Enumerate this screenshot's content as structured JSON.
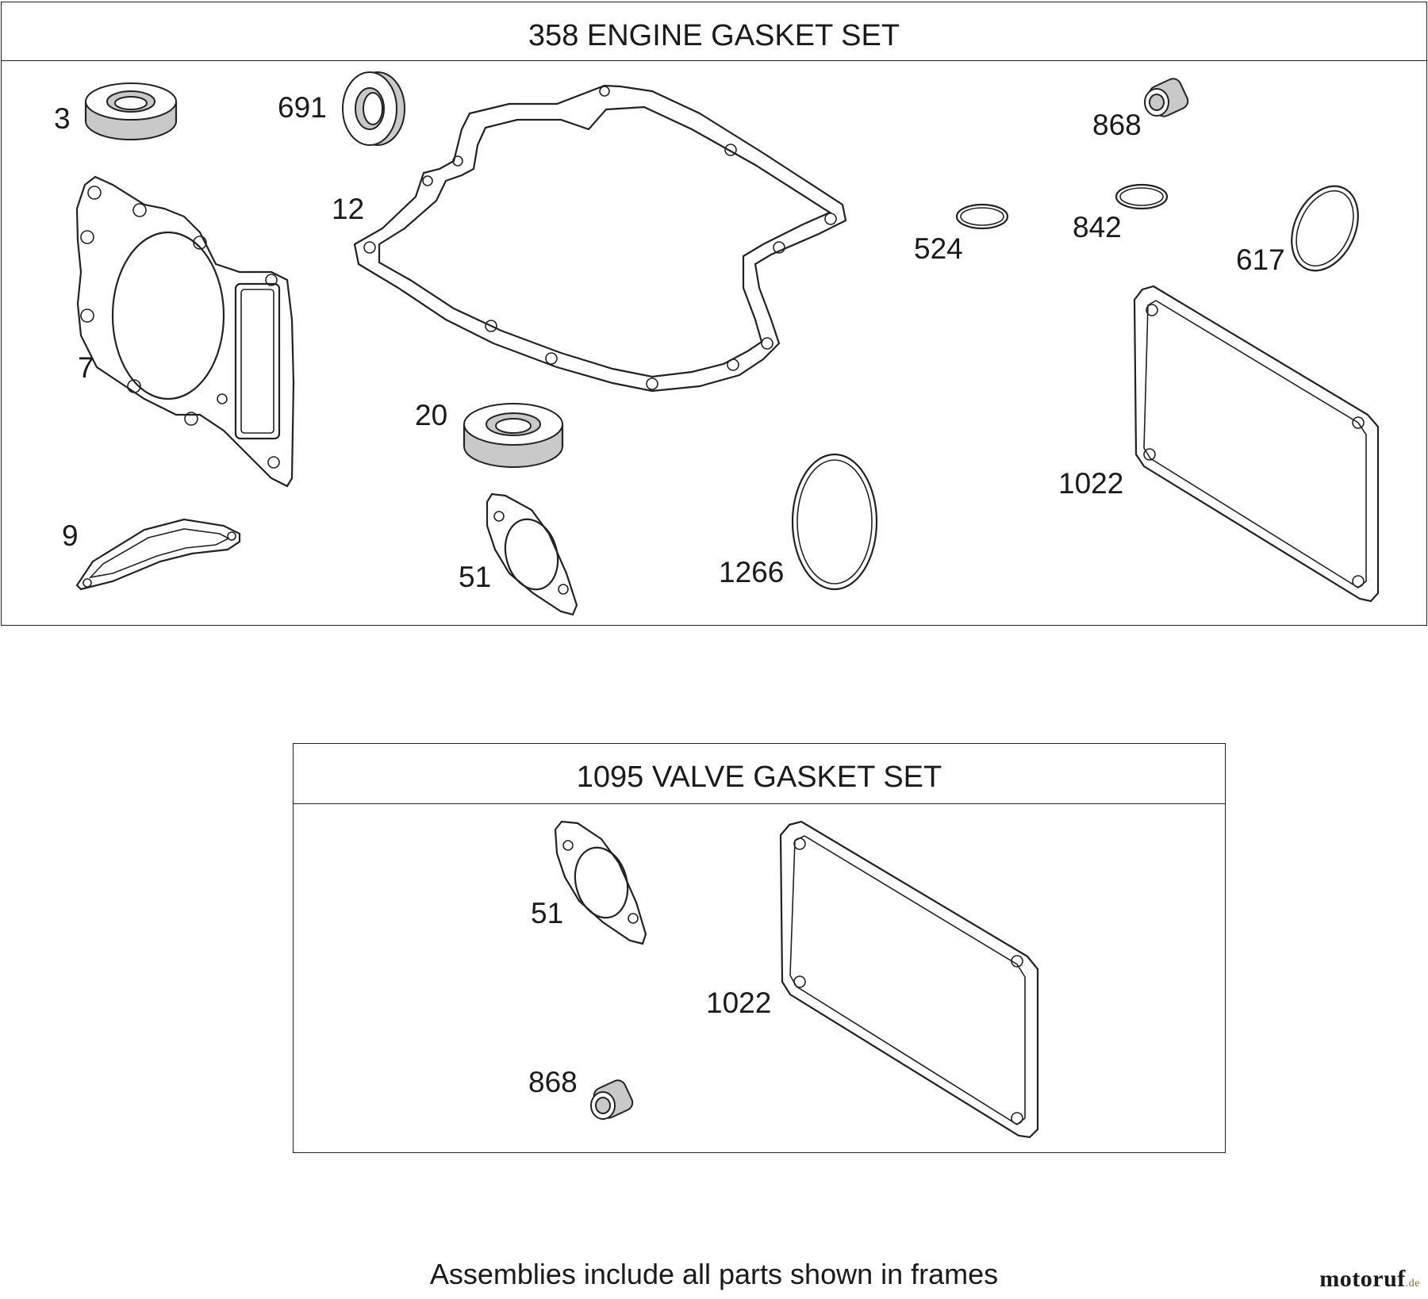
{
  "engine_set": {
    "title": "358 ENGINE GASKET SET",
    "labels": {
      "p3": "3",
      "p691": "691",
      "p12": "12",
      "p868": "868",
      "p842": "842",
      "p524": "524",
      "p617": "617",
      "p7": "7",
      "p20": "20",
      "p1022": "1022",
      "p9": "9",
      "p51": "51",
      "p1266": "1266"
    }
  },
  "valve_set": {
    "title": "1095 VALVE GASKET SET",
    "labels": {
      "p51": "51",
      "p1022": "1022",
      "p868": "868"
    }
  },
  "footer_note": "Assemblies include all parts shown in frames",
  "brand": {
    "name": "motoruf",
    "suffix": ".de"
  }
}
